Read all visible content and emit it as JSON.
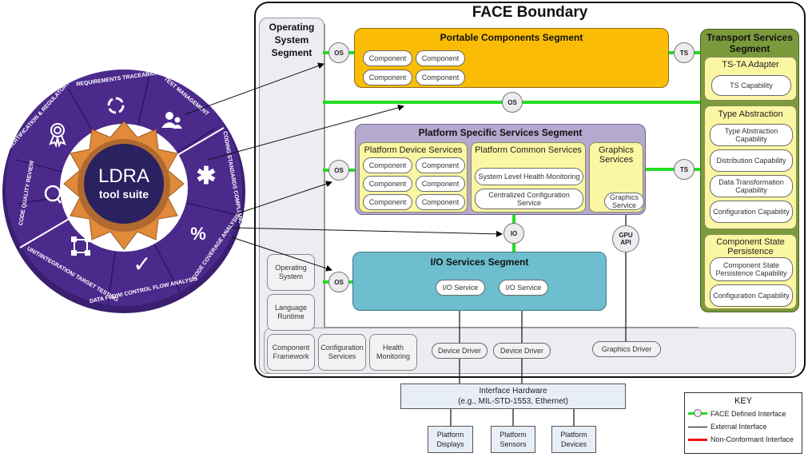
{
  "ldra": {
    "logo_main": "LDRA",
    "logo_sub": "tool suite",
    "segments": [
      {
        "label": "REQUIREMENTS TRACEABILITY",
        "icon": "cycle-arrows-icon"
      },
      {
        "label": "TEST MANAGEMENT",
        "icon": "users-icon"
      },
      {
        "label": "CODING STANDARDS COMPLIANCE",
        "icon": "asterisk-icon"
      },
      {
        "label": "CODE COVERAGE ANALYSIS",
        "icon": "percent-icon"
      },
      {
        "label": "DATA FLOW/ CONTROL FLOW ANALYSIS",
        "icon": "checkmark-icon"
      },
      {
        "label": "UNIT/INTEGRATION/ TARGET TESTING",
        "icon": "nodes-square-icon"
      },
      {
        "label": "CODE QUALITY REVIEW",
        "icon": "magnifier-check-icon"
      },
      {
        "label": "CERTIFICATION & REGULATORY SUPPORT",
        "icon": "award-ribbon-icon"
      }
    ],
    "icons": {
      "asterisk": "✱",
      "percent": "%",
      "check": "✓"
    }
  },
  "face": {
    "title": "FACE Boundary",
    "os_segment": {
      "title_lines": [
        "Operating",
        "System",
        "Segment"
      ],
      "boxes": [
        "Operating System",
        "Language Runtime",
        "Component Framework",
        "Configuration Services",
        "Health Monitoring"
      ],
      "drivers": [
        "Device Driver",
        "Device Driver",
        "Graphics Driver"
      ]
    },
    "portable": {
      "title": "Portable Components Segment",
      "components": [
        "Component",
        "Component",
        "Component",
        "Component"
      ]
    },
    "pss": {
      "title": "Platform Specific Services Segment",
      "device": {
        "title": "Platform Device Services",
        "components": [
          "Component",
          "Component",
          "Component",
          "Component",
          "Component",
          "Component"
        ]
      },
      "common": {
        "title": "Platform Common Services",
        "items": [
          "System Level Health Monitoring",
          "Centralized Configuration Service"
        ]
      },
      "graphics": {
        "title": "Graphics Services",
        "items": [
          "Graphics Service"
        ]
      }
    },
    "io": {
      "title": "I/O Services Segment",
      "services": [
        "I/O Service",
        "I/O Service"
      ]
    },
    "tss": {
      "title": "Transport Services Segment",
      "tsta": {
        "title": "TS-TA Adapter",
        "items": [
          "TS Capability"
        ]
      },
      "type_abstraction": {
        "title": "Type Abstraction",
        "items": [
          "Type Abstraction Capability",
          "Distribution Capability",
          "Data Transformation Capability",
          "Configuration Capability"
        ]
      },
      "csp": {
        "title": "Component State Persistence",
        "items": [
          "Component State Persistence Capability",
          "Configuration Capability"
        ]
      }
    },
    "interfaces": {
      "os": "OS",
      "ts": "TS",
      "io": "IO",
      "gpu_line1": "GPU",
      "gpu_line2": "API"
    }
  },
  "hardware": {
    "interface_line1": "Interface Hardware",
    "interface_line2": "(e.g., MIL-STD-1553, Ethernet)",
    "platforms": [
      [
        "Platform",
        "Displays"
      ],
      [
        "Platform",
        "Sensors"
      ],
      [
        "Platform",
        "Devices"
      ]
    ]
  },
  "key": {
    "title": "KEY",
    "items": [
      {
        "label": "FACE Defined Interface",
        "color": "#22dd22"
      },
      {
        "label": "External Interface",
        "color": "#000000"
      },
      {
        "label": "Non-Conformant Interface",
        "color": "#ee1111"
      }
    ]
  },
  "colors": {
    "ldra_purple": "#4b2a8c",
    "ldra_orange": "#e08a3a",
    "portable": "#fbbc05",
    "pss": "#b5a9cf",
    "inner_yellow": "#fbf6a2",
    "io": "#6dbecf",
    "tss": "#7a9a3c",
    "face_green": "#22dd22"
  }
}
